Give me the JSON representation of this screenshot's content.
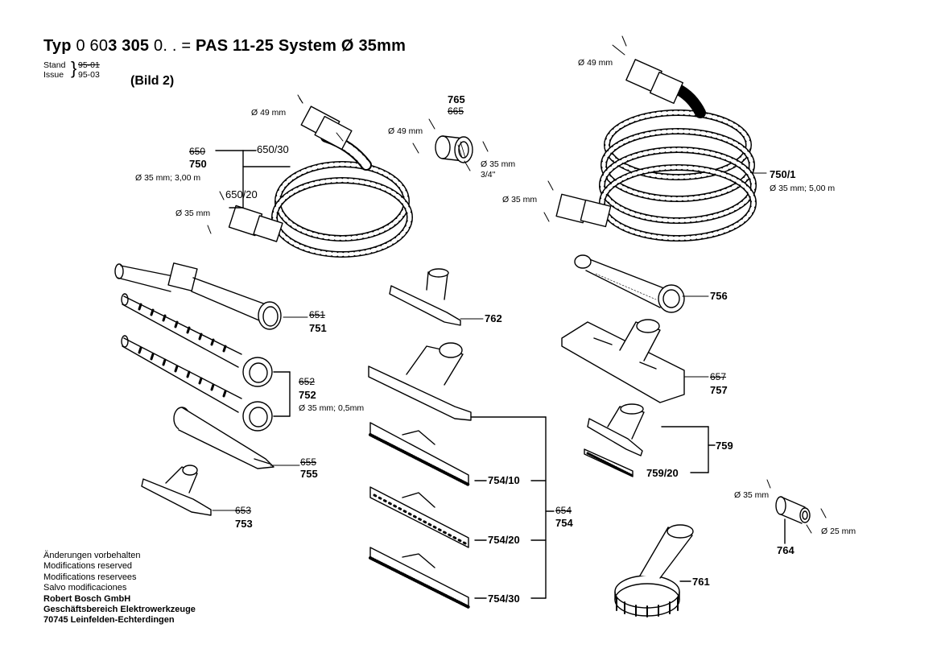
{
  "header": {
    "typ": "Typ",
    "number_a": "0 60",
    "number_b": "3 305",
    "number_c": "0. . =",
    "model": "PAS 11-25  System Ø 35mm",
    "stand_label": "Stand",
    "issue_label": "Issue",
    "stand_value": "95-01",
    "issue_value": "95-03",
    "bild": "(Bild 2)"
  },
  "hose_small": {
    "old_no": "650",
    "no": "750",
    "spec": "Ø 35 mm; 3,00 m",
    "part_top": "650/30",
    "part_bottom": "650/20",
    "dia_top": "Ø 49 mm",
    "dia_bottom": "Ø 35 mm"
  },
  "adapter_765": {
    "no": "765",
    "old_no": "665",
    "dia_in": "Ø 49 mm",
    "dia_out": "Ø 35 mm",
    "thread": "3/4\""
  },
  "hose_large": {
    "no": "750/1",
    "spec": "Ø 35 mm; 5,00 m",
    "dia_top": "Ø 49 mm",
    "dia_bottom": "Ø 35 mm"
  },
  "parts": {
    "p751_old": "651",
    "p751": "751",
    "p752_old": "652",
    "p752": "752",
    "p752_spec": "Ø 35 mm; 0,5mm",
    "p755_old": "655",
    "p755": "755",
    "p753_old": "653",
    "p753": "753",
    "p762": "762",
    "p756": "756",
    "p757_old": "657",
    "p757": "757",
    "p759": "759",
    "p759_20": "759/20",
    "p754_10": "754/10",
    "p754_20": "754/20",
    "p754_30": "754/30",
    "p754_old": "654",
    "p754": "754",
    "p764": "764",
    "p764_dia_a": "Ø 35 mm",
    "p764_dia_b": "Ø 25 mm",
    "p761": "761"
  },
  "footer": {
    "line1": "Änderungen vorbehalten",
    "line2": "Modifications reserved",
    "line3": "Modifications reservees",
    "line4": "Salvo modificaciones",
    "line5": "Robert Bosch GmbH",
    "line6": "Geschäftsbereich Elektrowerkzeuge",
    "line7": " 70745 Leinfelden-Echterdingen"
  }
}
